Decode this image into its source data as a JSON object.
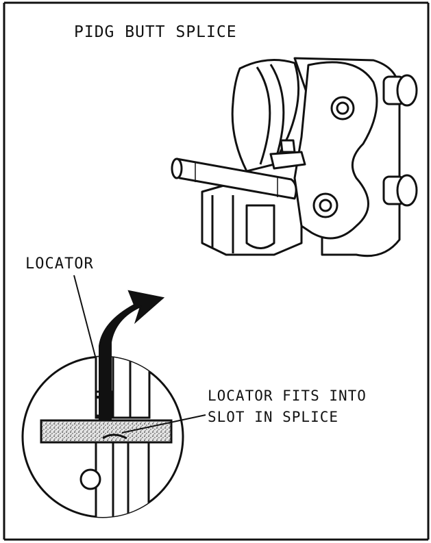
{
  "title": "PIDG BUTT SPLICE",
  "callouts": {
    "locator": "LOCATOR",
    "fits_line1": "LOCATOR FITS INTO",
    "fits_line2": "SLOT IN SPLICE"
  },
  "colors": {
    "ink": "#111111",
    "paper": "#ffffff"
  }
}
